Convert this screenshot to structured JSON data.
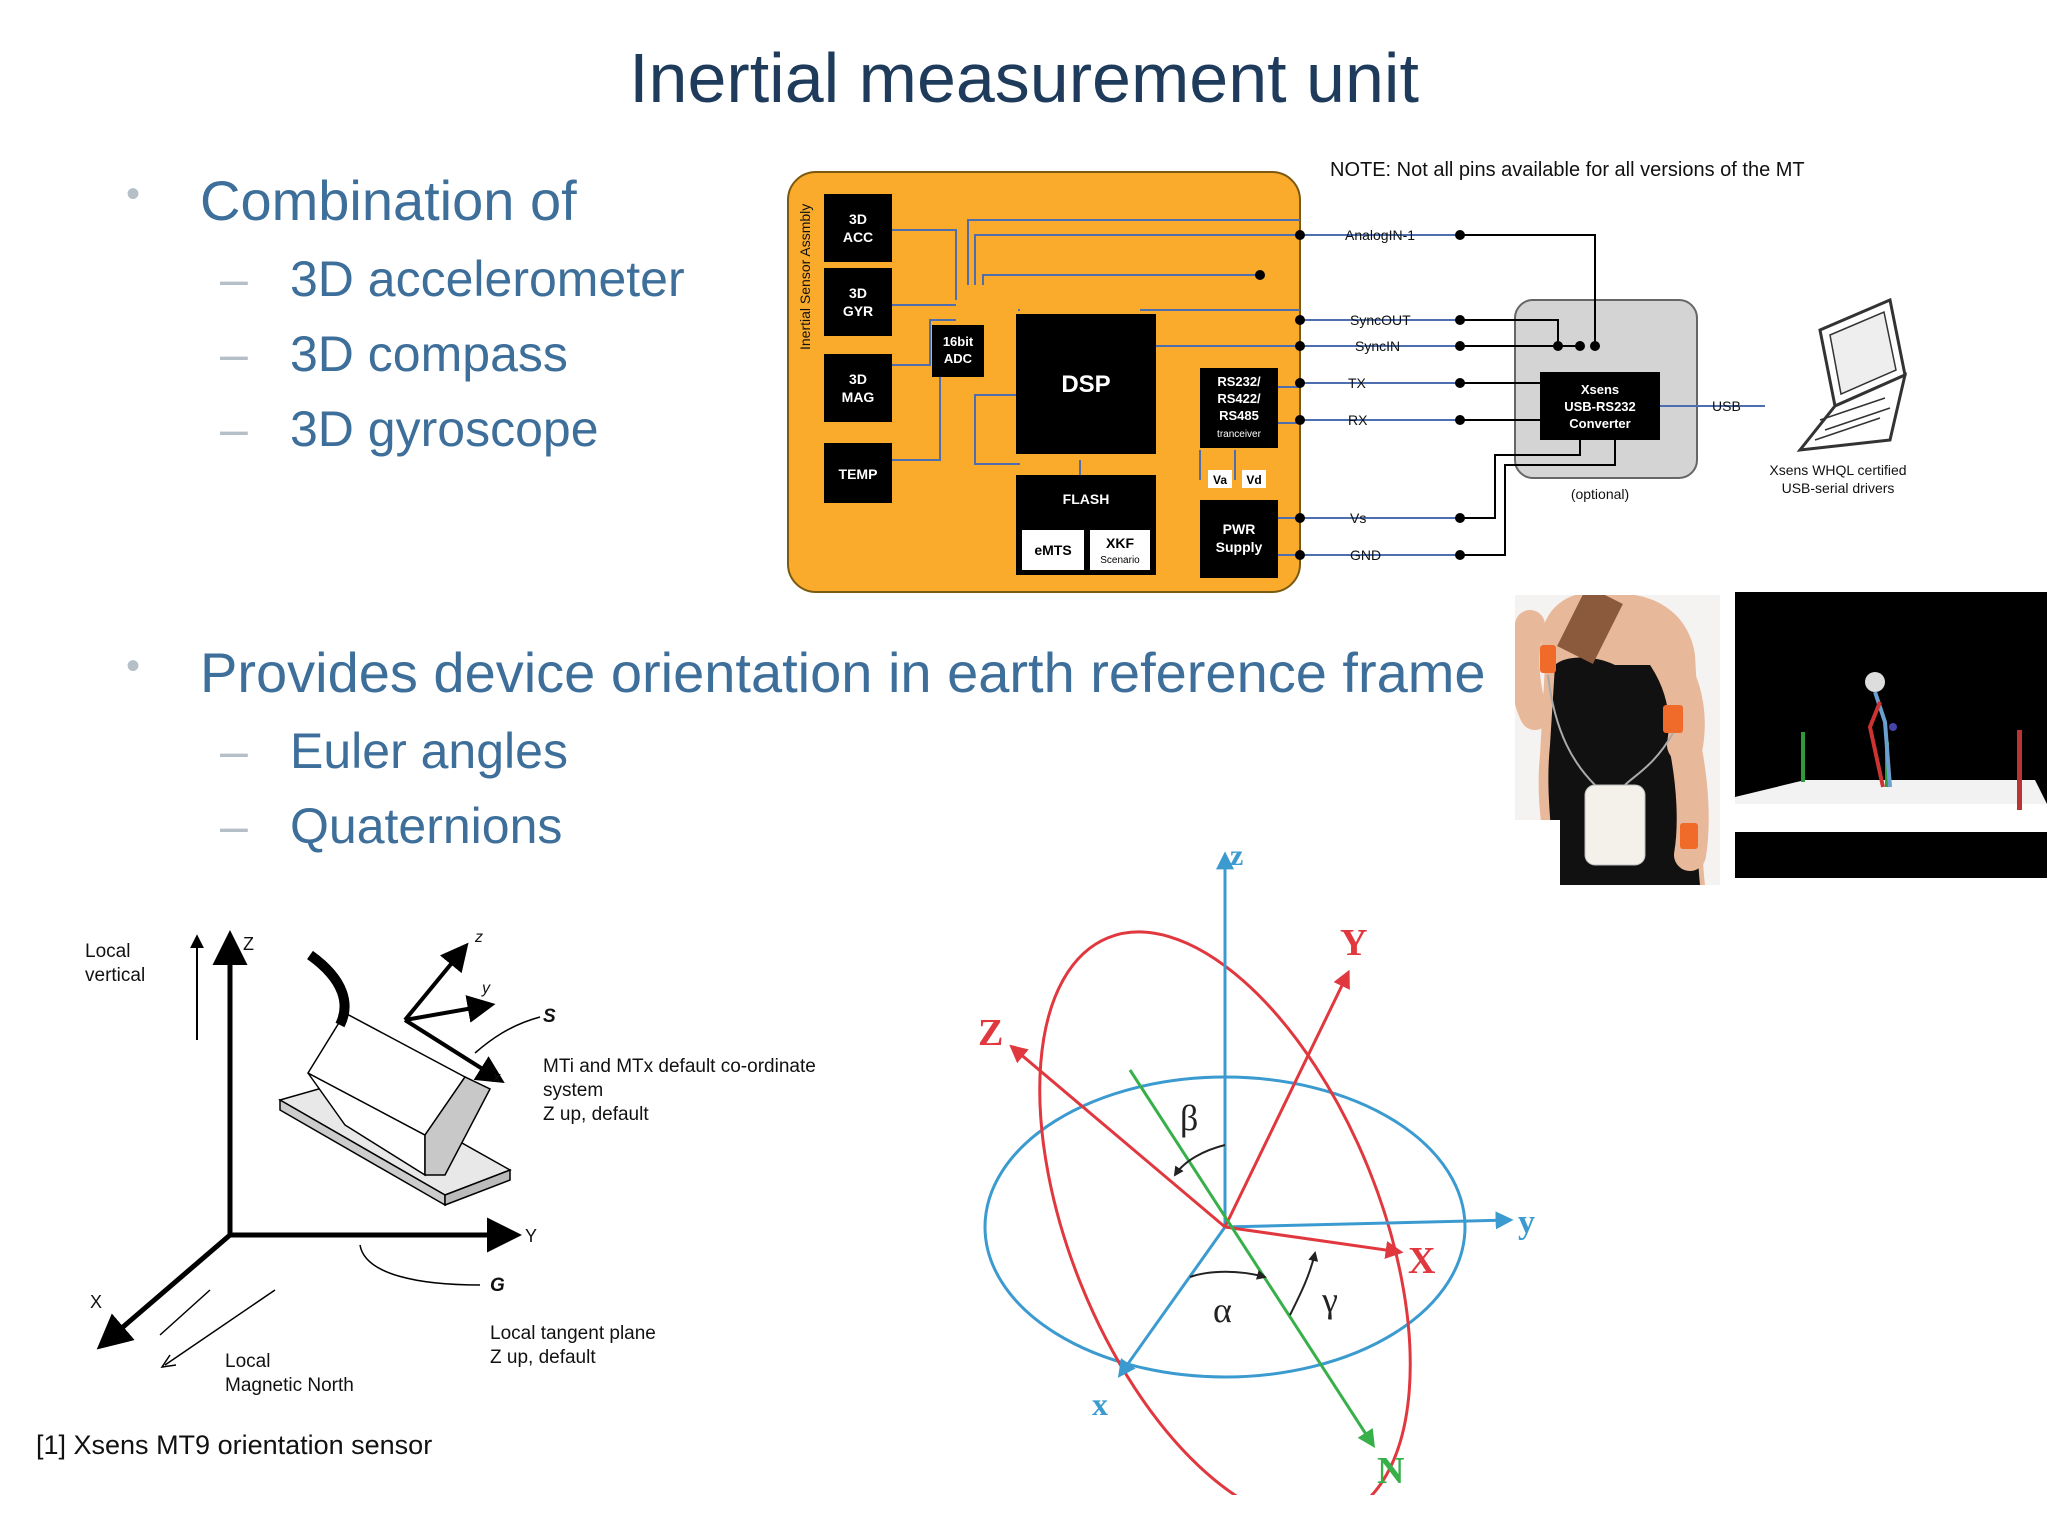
{
  "title": "Inertial measurement unit",
  "bullets": [
    {
      "text": "Combination of",
      "sub": [
        "3D accelerometer",
        "3D compass",
        "3D gyroscope"
      ]
    },
    {
      "text": "Provides device orientation in earth reference frame",
      "sub": [
        "Euler angles",
        "Quaternions"
      ]
    }
  ],
  "block_diagram": {
    "note": "NOTE: Not all pins available for all versions of the MT",
    "assembly_label": "Inertial Sensor Assmbly",
    "sensors": [
      {
        "line1": "3D",
        "line2": "ACC"
      },
      {
        "line1": "3D",
        "line2": "GYR"
      },
      {
        "line1": "3D",
        "line2": "MAG"
      },
      {
        "line1": "",
        "line2": "TEMP"
      }
    ],
    "adc": {
      "line1": "16bit",
      "line2": "ADC"
    },
    "dsp": "DSP",
    "flash": "FLASH",
    "emts": "eMTS",
    "xkf": {
      "line1": "XKF",
      "line2": "Scenario"
    },
    "transceiver": {
      "lines": [
        "RS232/",
        "RS422/",
        "RS485"
      ],
      "sub": "tranceiver"
    },
    "va": "Va",
    "vd": "Vd",
    "pwr": {
      "line1": "PWR",
      "line2": "Supply"
    },
    "pins": [
      "AnalogIN-1",
      "SyncOUT",
      "SyncIN",
      "TX",
      "RX",
      "Vs",
      "GND"
    ],
    "converter": {
      "lines": [
        "Xsens",
        "USB-RS232",
        "Converter"
      ]
    },
    "optional": "(optional)",
    "usb": "USB",
    "laptop_caption": [
      "Xsens WHQL certified",
      "USB-serial drivers"
    ]
  },
  "coord_figure": {
    "local_vertical": [
      "Local",
      "vertical"
    ],
    "axis_Z": "Z",
    "axis_X": "X",
    "axis_Y": "Y",
    "axis_z": "z",
    "axis_y": "y",
    "axis_x": "x",
    "label_S": "S",
    "sensor_desc": [
      "MTi  and  MTx  default  co-ordinate",
      "system",
      "Z up, default"
    ],
    "label_G": "G",
    "tangent_desc": [
      "Local tangent plane",
      "Z up, default"
    ],
    "north_desc": [
      "Local",
      "Magnetic North"
    ]
  },
  "reference": "[1] Xsens MT9 orientation sensor",
  "euler_figure": {
    "z": "z",
    "y": "y",
    "x": "x",
    "Z": "Z",
    "Y": "Y",
    "X": "X",
    "N": "N",
    "beta": "β",
    "alpha": "α",
    "gamma": "γ"
  },
  "colors": {
    "title": "#1f3b5c",
    "bullet": "#3d6f9a",
    "board": "#fbab2b",
    "blue_axes": "#3b9bd0",
    "red_axes": "#e0383e",
    "green_axis": "#38b04a"
  }
}
